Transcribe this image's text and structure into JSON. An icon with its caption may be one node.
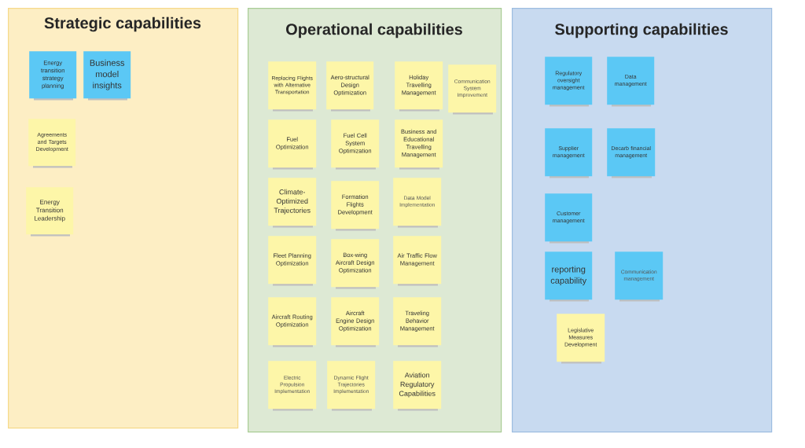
{
  "diagram": {
    "nodes": [
      {
        "text": [
          "Strategic capabilities"
        ]
      },
      {
        "text": [
          "Energy transition strategy planning"
        ],
        "in": 0
      },
      {
        "text": [
          "Business model insights"
        ],
        "in": 0
      },
      {
        "text": [
          "Agreements and Targets Development"
        ],
        "in": 0
      },
      {
        "text": [
          "Energy Transition Leadership"
        ],
        "in": 0
      },
      {
        "text": [
          "Operational capabilities"
        ]
      },
      {
        "text": [
          "Replacing Flights with Alternative Transportation"
        ],
        "in": 5
      },
      {
        "text": [
          "Aero-structural Design Optimization"
        ],
        "in": 5
      },
      {
        "text": [
          "Holiday Travelling Management"
        ],
        "in": 5
      },
      {
        "text": [
          "Communication System Improvement"
        ],
        "in": 5
      },
      {
        "text": [
          "Fuel Optimization"
        ],
        "in": 5
      },
      {
        "text": [
          "Fuel Cell System Optimization"
        ],
        "in": 5
      },
      {
        "text": [
          "Business and Educational Travelling Management"
        ],
        "in": 5
      },
      {
        "text": [
          "Climate-Optimized Trajectories"
        ],
        "in": 5
      },
      {
        "text": [
          "Formation Flights Development"
        ],
        "in": 5
      },
      {
        "text": [
          "Data Model Implementation"
        ],
        "in": 5
      },
      {
        "text": [
          "Fleet Planning Optimization"
        ],
        "in": 5
      },
      {
        "text": [
          "Box-wing Aircraft Design Optimization"
        ],
        "in": 5
      },
      {
        "text": [
          "Air Traffic Flow Management"
        ],
        "in": 5
      },
      {
        "text": [
          "Aircraft Routing Optimization"
        ],
        "in": 5
      },
      {
        "text": [
          "Aircraft Engine Design Optimization"
        ],
        "in": 5
      },
      {
        "text": [
          "Traveling Behavior Management"
        ],
        "in": 5
      },
      {
        "text": [
          "Electric Propulsion Implementation"
        ],
        "in": 5
      },
      {
        "text": [
          "Dynamic Flight Trajectories Implementation"
        ],
        "in": 5
      },
      {
        "text": [
          "Aviation Regulatory Capabilities"
        ],
        "in": 5
      },
      {
        "text": [
          "Supporting capabilities"
        ]
      },
      {
        "text": [
          "Regulatory oversight management"
        ],
        "in": 25
      },
      {
        "text": [
          "Data management"
        ],
        "in": 25
      },
      {
        "text": [
          "Supplier management"
        ],
        "in": 25
      },
      {
        "text": [
          "Decarb financial management"
        ],
        "in": 25
      },
      {
        "text": [
          "Customer management"
        ],
        "in": 25
      },
      {
        "text": [
          "reporting capability"
        ],
        "in": 25
      },
      {
        "text": [
          "Communication management"
        ],
        "in": 25
      },
      {
        "text": [
          "Legislative Measures Development"
        ],
        "in": 25
      }
    ]
  }
}
